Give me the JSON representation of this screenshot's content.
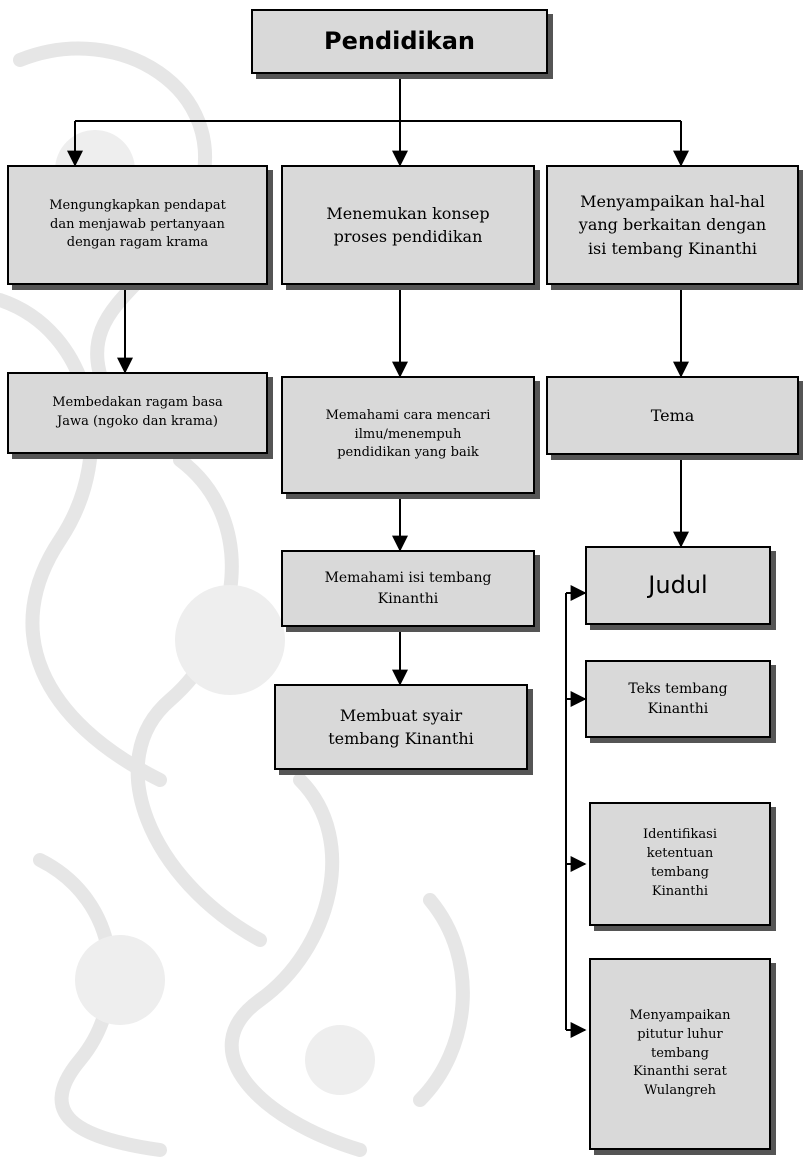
{
  "diagram": {
    "nodes": {
      "root": "Pendidikan",
      "col1_top": "Mengungkapkan pendapat\ndan menjawab pertanyaan\ndengan ragam krama",
      "col1_bottom": "Membedakan ragam basa\nJawa (ngoko dan krama)",
      "col2_top": "Menemukan konsep\nproses pendidikan",
      "col2_mid": "Memahami cara mencari\nilmu/menempuh\npendidikan yang baik",
      "col2_isi": "Memahami isi tembang\nKinanthi",
      "col2_bottom": "Membuat syair\ntembang Kinanthi",
      "col3_top": "Menyampaikan hal-hal\nyang berkaitan dengan\nisi tembang Kinanthi",
      "col3_tema": "Tema",
      "col3_judul": "Judul",
      "col3_teks": "Teks tembang\nKinanthi",
      "col3_identifikasi": "Identifikasi\nketentuan\ntembang\nKinanthi",
      "col3_pitutur": "Menyampaikan\npitutur luhur\ntembang\nKinanthi serat\nWulangreh"
    },
    "colors": {
      "box_fill": "#d9d9d9",
      "box_border": "#000000",
      "box_shadow": "#555555",
      "connector": "#000000",
      "watermark": "#e6e6e6"
    }
  }
}
